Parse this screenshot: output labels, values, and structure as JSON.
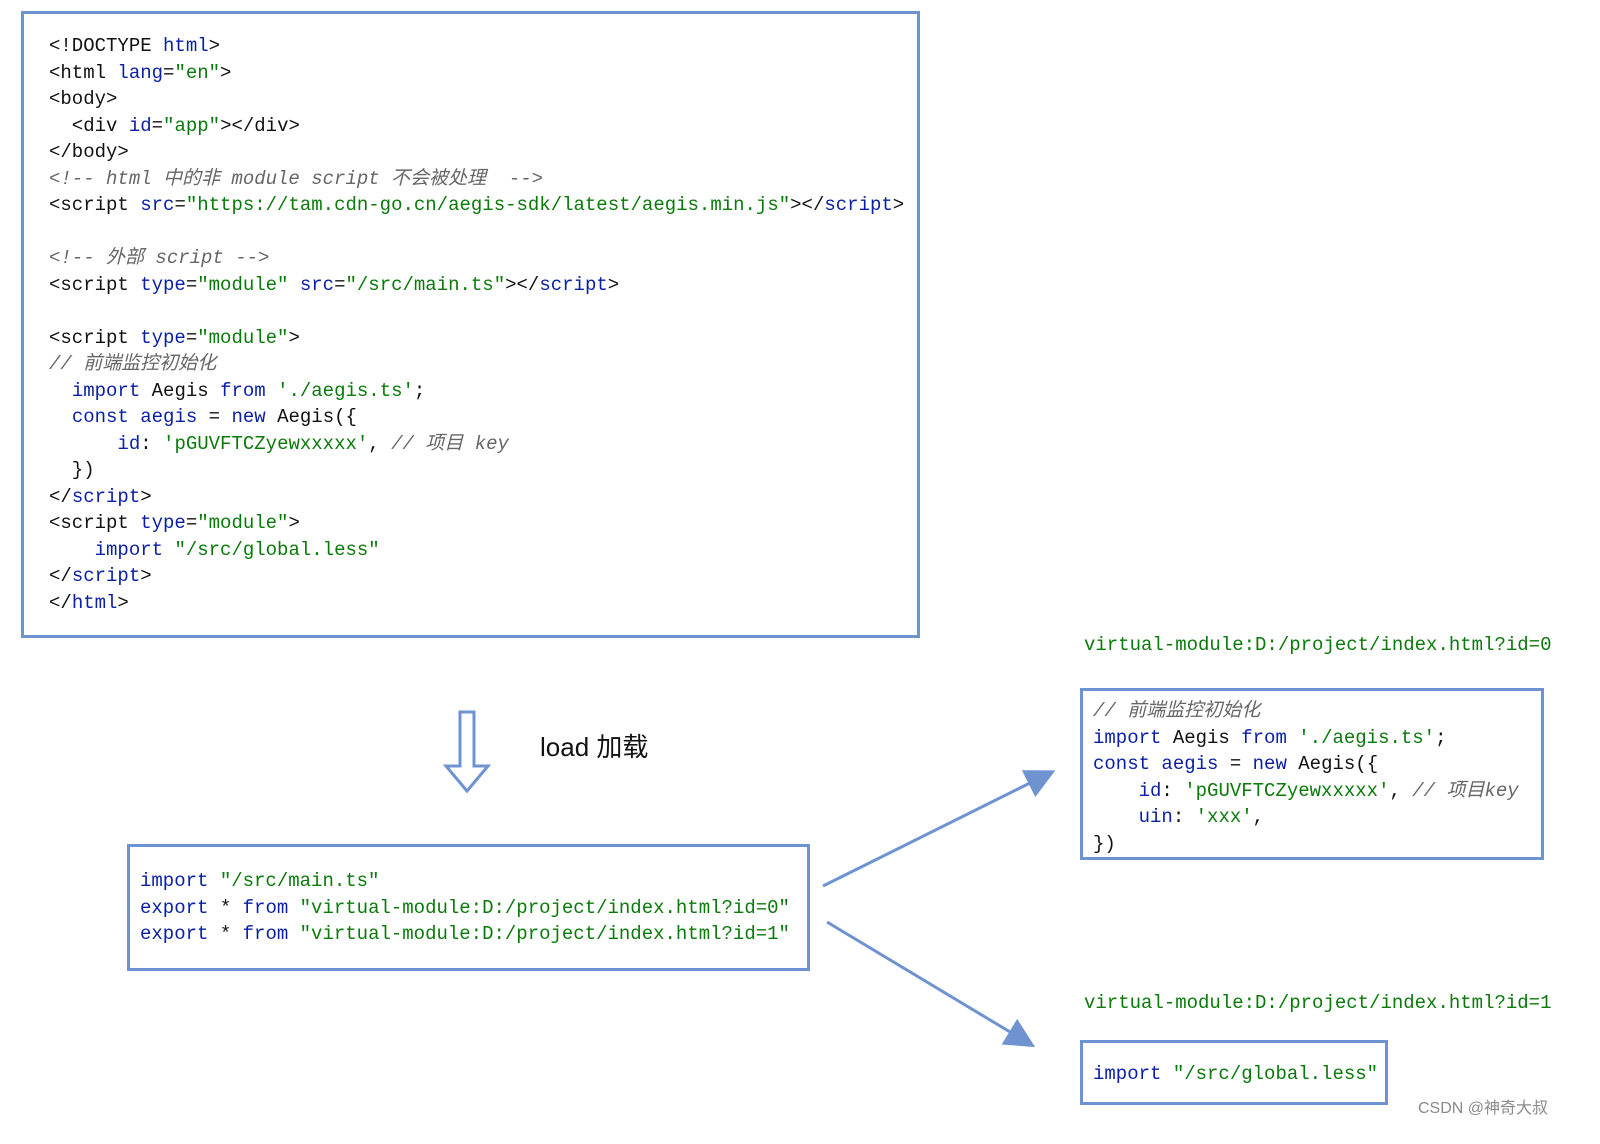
{
  "html_source": {
    "lines": [
      [
        {
          "t": "<!DOCTYPE ",
          "c": "txt"
        },
        {
          "t": "html",
          "c": "kw"
        },
        {
          "t": ">",
          "c": "txt"
        }
      ],
      [
        {
          "t": "<html ",
          "c": "txt"
        },
        {
          "t": "lang",
          "c": "kw"
        },
        {
          "t": "=",
          "c": "txt"
        },
        {
          "t": "\"en\"",
          "c": "str"
        },
        {
          "t": ">",
          "c": "txt"
        }
      ],
      [
        {
          "t": "<body>",
          "c": "txt"
        }
      ],
      [
        {
          "t": "  <div ",
          "c": "txt"
        },
        {
          "t": "id",
          "c": "kw"
        },
        {
          "t": "=",
          "c": "txt"
        },
        {
          "t": "\"app\"",
          "c": "str"
        },
        {
          "t": "></div>",
          "c": "txt"
        }
      ],
      [
        {
          "t": "</body>",
          "c": "txt"
        }
      ],
      [
        {
          "t": "<!-- html 中的非 module script 不会被处理  -->",
          "c": "cm"
        }
      ],
      [
        {
          "t": "<script ",
          "c": "txt"
        },
        {
          "t": "src",
          "c": "kw"
        },
        {
          "t": "=",
          "c": "txt"
        },
        {
          "t": "\"https://tam.cdn-go.cn/aegis-sdk/latest/aegis.min.js\"",
          "c": "str"
        },
        {
          "t": "></",
          "c": "txt"
        },
        {
          "t": "script",
          "c": "kw"
        },
        {
          "t": ">",
          "c": "txt"
        }
      ],
      [],
      [
        {
          "t": "<!-- 外部 script -->",
          "c": "cm"
        }
      ],
      [
        {
          "t": "<script ",
          "c": "txt"
        },
        {
          "t": "type",
          "c": "kw"
        },
        {
          "t": "=",
          "c": "txt"
        },
        {
          "t": "\"module\"",
          "c": "str"
        },
        {
          "t": " ",
          "c": "txt"
        },
        {
          "t": "src",
          "c": "kw"
        },
        {
          "t": "=",
          "c": "txt"
        },
        {
          "t": "\"/src/main.ts\"",
          "c": "str"
        },
        {
          "t": "></",
          "c": "txt"
        },
        {
          "t": "script",
          "c": "kw"
        },
        {
          "t": ">",
          "c": "txt"
        }
      ],
      [],
      [
        {
          "t": "<script ",
          "c": "txt"
        },
        {
          "t": "type",
          "c": "kw"
        },
        {
          "t": "=",
          "c": "txt"
        },
        {
          "t": "\"module\"",
          "c": "str"
        },
        {
          "t": ">",
          "c": "txt"
        }
      ],
      [
        {
          "t": "// 前端监控初始化",
          "c": "cm"
        }
      ],
      [
        {
          "t": "  ",
          "c": "txt"
        },
        {
          "t": "import",
          "c": "kw"
        },
        {
          "t": " Aegis ",
          "c": "txt"
        },
        {
          "t": "from",
          "c": "kw"
        },
        {
          "t": " ",
          "c": "txt"
        },
        {
          "t": "'./aegis.ts'",
          "c": "str"
        },
        {
          "t": ";",
          "c": "txt"
        }
      ],
      [
        {
          "t": "  ",
          "c": "txt"
        },
        {
          "t": "const",
          "c": "kw"
        },
        {
          "t": " ",
          "c": "txt"
        },
        {
          "t": "aegis",
          "c": "kw"
        },
        {
          "t": " = ",
          "c": "txt"
        },
        {
          "t": "new",
          "c": "kw"
        },
        {
          "t": " Aegis({",
          "c": "txt"
        }
      ],
      [
        {
          "t": "      ",
          "c": "txt"
        },
        {
          "t": "id",
          "c": "kw"
        },
        {
          "t": ": ",
          "c": "txt"
        },
        {
          "t": "'pGUVFTCZyewxxxxx'",
          "c": "str"
        },
        {
          "t": ", ",
          "c": "txt"
        },
        {
          "t": "// 项目 key",
          "c": "cm"
        }
      ],
      [
        {
          "t": "  })",
          "c": "txt"
        }
      ],
      [
        {
          "t": "</",
          "c": "txt"
        },
        {
          "t": "script",
          "c": "kw"
        },
        {
          "t": ">",
          "c": "txt"
        }
      ],
      [
        {
          "t": "<script ",
          "c": "txt"
        },
        {
          "t": "type",
          "c": "kw"
        },
        {
          "t": "=",
          "c": "txt"
        },
        {
          "t": "\"module\"",
          "c": "str"
        },
        {
          "t": ">",
          "c": "txt"
        }
      ],
      [
        {
          "t": "    ",
          "c": "txt"
        },
        {
          "t": "import",
          "c": "kw"
        },
        {
          "t": " ",
          "c": "txt"
        },
        {
          "t": "\"/src/global.less\"",
          "c": "str"
        }
      ],
      [
        {
          "t": "</",
          "c": "txt"
        },
        {
          "t": "script",
          "c": "kw"
        },
        {
          "t": ">",
          "c": "txt"
        }
      ],
      [
        {
          "t": "</",
          "c": "txt"
        },
        {
          "t": "html",
          "c": "kw"
        },
        {
          "t": ">",
          "c": "txt"
        }
      ]
    ]
  },
  "load_caption": "load 加载",
  "entry_module": {
    "lines": [
      [
        {
          "t": "import",
          "c": "kw"
        },
        {
          "t": " ",
          "c": "txt"
        },
        {
          "t": "\"/src/main.ts\"",
          "c": "str"
        }
      ],
      [
        {
          "t": "export",
          "c": "kw"
        },
        {
          "t": " * ",
          "c": "txt"
        },
        {
          "t": "from",
          "c": "kw"
        },
        {
          "t": " ",
          "c": "txt"
        },
        {
          "t": "\"virtual-module:D:/project/index.html?id=0\"",
          "c": "str"
        }
      ],
      [
        {
          "t": "export",
          "c": "kw"
        },
        {
          "t": " * ",
          "c": "txt"
        },
        {
          "t": "from",
          "c": "kw"
        },
        {
          "t": " ",
          "c": "txt"
        },
        {
          "t": "\"virtual-module:D:/project/index.html?id=1\"",
          "c": "str"
        }
      ]
    ]
  },
  "virtual_module_0": {
    "label": "virtual-module:D:/project/index.html?id=0",
    "lines": [
      [
        {
          "t": "// 前端监控初始化",
          "c": "cm"
        }
      ],
      [
        {
          "t": "import",
          "c": "kw"
        },
        {
          "t": " Aegis ",
          "c": "txt"
        },
        {
          "t": "from",
          "c": "kw"
        },
        {
          "t": " ",
          "c": "txt"
        },
        {
          "t": "'./aegis.ts'",
          "c": "str"
        },
        {
          "t": ";",
          "c": "txt"
        }
      ],
      [
        {
          "t": "const",
          "c": "kw"
        },
        {
          "t": " ",
          "c": "txt"
        },
        {
          "t": "aegis",
          "c": "kw"
        },
        {
          "t": " = ",
          "c": "txt"
        },
        {
          "t": "new",
          "c": "kw"
        },
        {
          "t": " Aegis({",
          "c": "txt"
        }
      ],
      [
        {
          "t": "    ",
          "c": "txt"
        },
        {
          "t": "id",
          "c": "kw"
        },
        {
          "t": ": ",
          "c": "txt"
        },
        {
          "t": "'pGUVFTCZyewxxxxx'",
          "c": "str"
        },
        {
          "t": ", ",
          "c": "txt"
        },
        {
          "t": "// 项目key",
          "c": "cm"
        }
      ],
      [
        {
          "t": "    ",
          "c": "txt"
        },
        {
          "t": "uin",
          "c": "kw"
        },
        {
          "t": ": ",
          "c": "txt"
        },
        {
          "t": "'xxx'",
          "c": "str"
        },
        {
          "t": ",",
          "c": "txt"
        }
      ],
      [
        {
          "t": "})",
          "c": "txt"
        }
      ]
    ]
  },
  "virtual_module_1": {
    "label": "virtual-module:D:/project/index.html?id=1",
    "lines": [
      [
        {
          "t": "import",
          "c": "kw"
        },
        {
          "t": " ",
          "c": "txt"
        },
        {
          "t": "\"/src/global.less\"",
          "c": "str"
        }
      ]
    ]
  },
  "watermark": "CSDN @神奇大叔",
  "colors": {
    "border": "#6f93d1",
    "keyword": "#0a1fa6",
    "string": "#0a7a0a",
    "comment": "#666666",
    "arrow": "#6f93d1"
  }
}
